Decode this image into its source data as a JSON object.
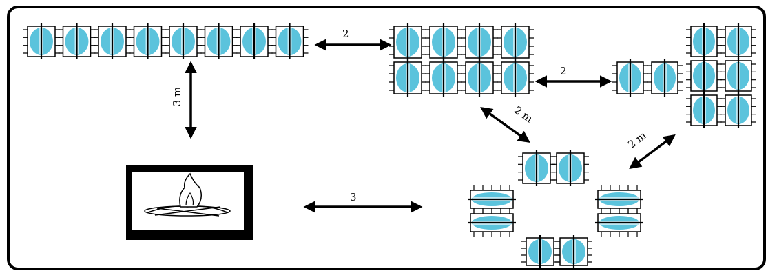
{
  "labels": {
    "row_to_grid": "2",
    "row_to_fire": "3 m",
    "grid_to_right": "2",
    "grid_to_ring": "2 m",
    "right_to_ring": "2 m",
    "fire_to_ring": "3"
  },
  "colors": {
    "tent_fill": "#5bc3dc",
    "tent_light": "#bfe6f1",
    "stroke": "#000000",
    "frame_fill": "#ffffff"
  },
  "icons": {
    "tent": "tent-icon",
    "campfire": "campfire-icon",
    "arrow": "double-arrow-icon"
  }
}
